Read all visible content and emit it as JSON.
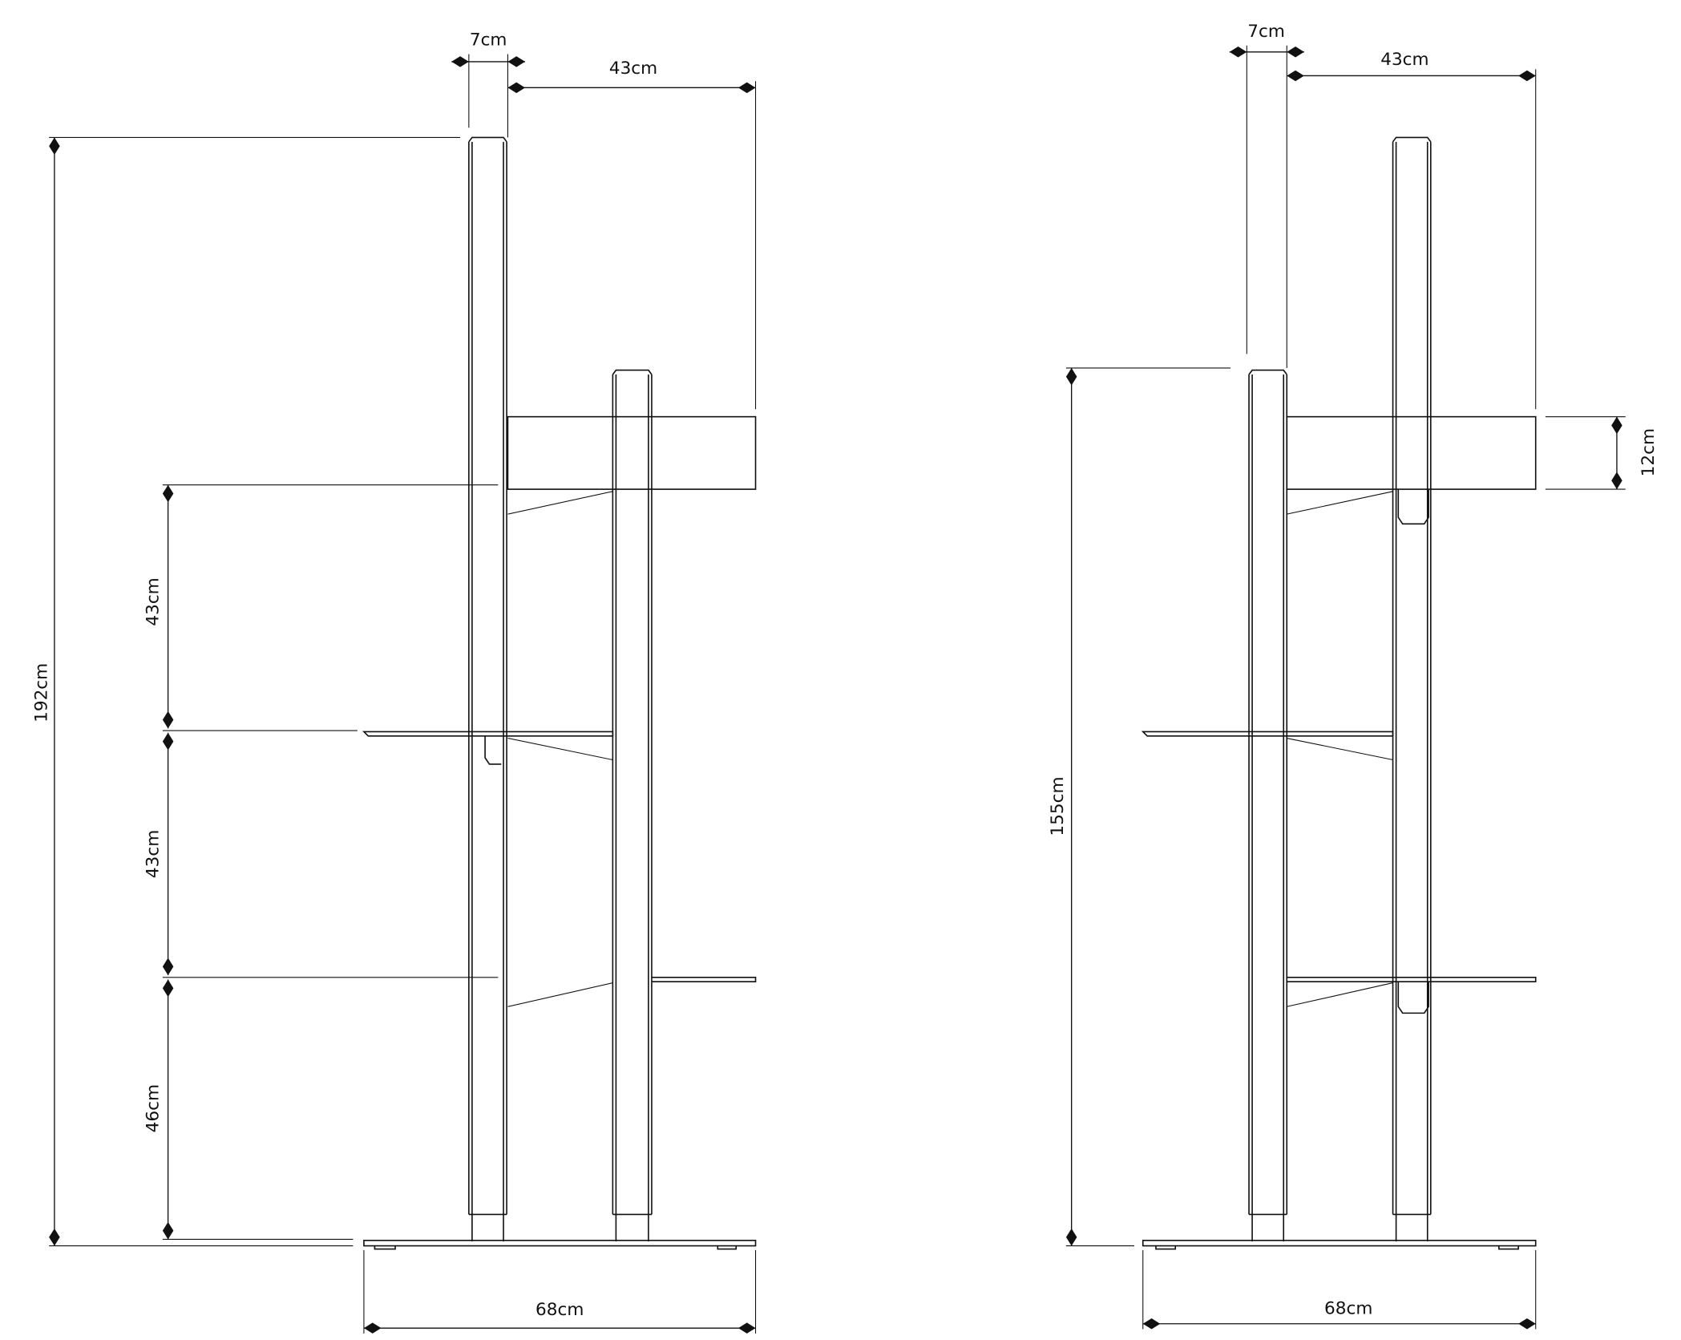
{
  "left_view": {
    "post_width": "7cm",
    "shelf_depth": "43cm",
    "total_height": "192cm",
    "gap_upper": "43cm",
    "gap_middle": "43cm",
    "gap_lower": "46cm",
    "base_width": "68cm"
  },
  "right_view": {
    "post_width": "7cm",
    "shelf_depth": "43cm",
    "front_post_height": "155cm",
    "box_height": "12cm",
    "base_width": "68cm"
  }
}
